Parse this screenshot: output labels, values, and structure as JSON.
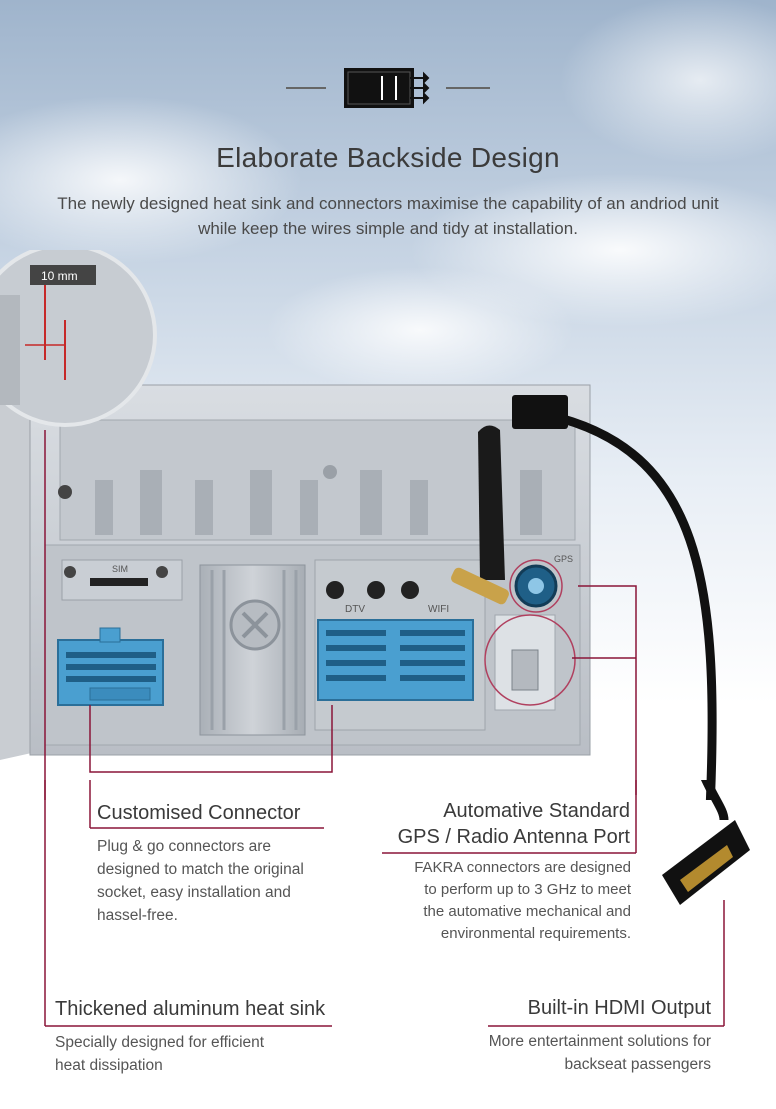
{
  "header": {
    "title": "Elaborate Backside Design",
    "subtitle": "The newly designed heat sink and connectors maximise the capability of an andriod unit while keep the wires simple and tidy at installation.",
    "icon": "connector-icon"
  },
  "device": {
    "measurement_label": "10 mm",
    "sim_label": "SIM",
    "dtv_label": "DTV",
    "wifi_label": "WIFI",
    "gps_label": "GPS"
  },
  "callouts": {
    "connector": {
      "heading": "Customised Connector",
      "body": "Plug & go connectors are designed to match the original socket, easy installation and hassel-free."
    },
    "antenna": {
      "heading_line1": "Automative Standard",
      "heading_line2": "GPS / Radio Antenna Port",
      "body": "FAKRA connectors are designed to perform up to 3 GHz to meet the automative mechanical and environmental requirements."
    },
    "heatsink": {
      "heading": "Thickened aluminum heat sink",
      "body": "Specially designed for efficient heat dissipation"
    },
    "hdmi": {
      "heading": "Built-in HDMI Output",
      "body": "More entertainment solutions for backseat passengers"
    }
  },
  "colors": {
    "accent": "#8a1538",
    "text": "#3a3a3a"
  }
}
